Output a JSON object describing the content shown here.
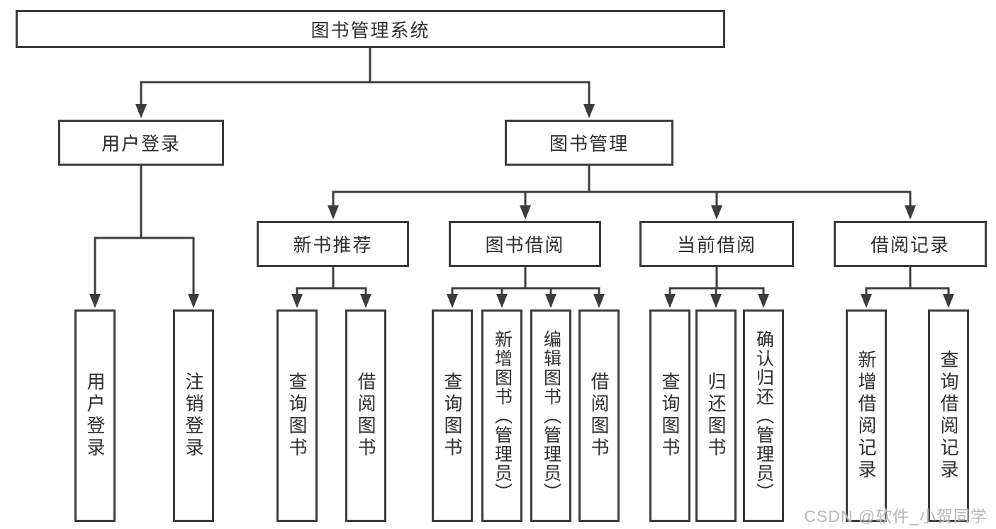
{
  "diagram": {
    "title": "图书管理系统",
    "level2": {
      "user_login": "用户登录",
      "book_mgmt": "图书管理"
    },
    "level3": {
      "new_book_rec": "新书推荐",
      "book_borrow": "图书借阅",
      "current_borrow": "当前借阅",
      "borrow_records": "借阅记录"
    },
    "leaves": {
      "user_login": "用户登录",
      "logout": "注销登录",
      "rec_query_books": "查询图书",
      "rec_borrow_books": "借阅图书",
      "bb_query_books": "查询图书",
      "bb_add_books": "新增图书（管理员）",
      "bb_edit_books": "编辑图书（管理员）",
      "bb_borrow_books": "借阅图书",
      "cb_query_books": "查询图书",
      "cb_return_books": "归还图书",
      "cb_confirm_return": "确认归还（管理员）",
      "br_add_record": "新增借阅记录",
      "br_query_record": "查询借阅记录"
    }
  },
  "watermark": "CSDN @软件_小贺同学",
  "colors": {
    "line": "#3c3c3c",
    "box_border": "#3c3c3c",
    "text": "#2e2e2e",
    "background": "#ffffff",
    "watermark": "#b9b9b9"
  }
}
